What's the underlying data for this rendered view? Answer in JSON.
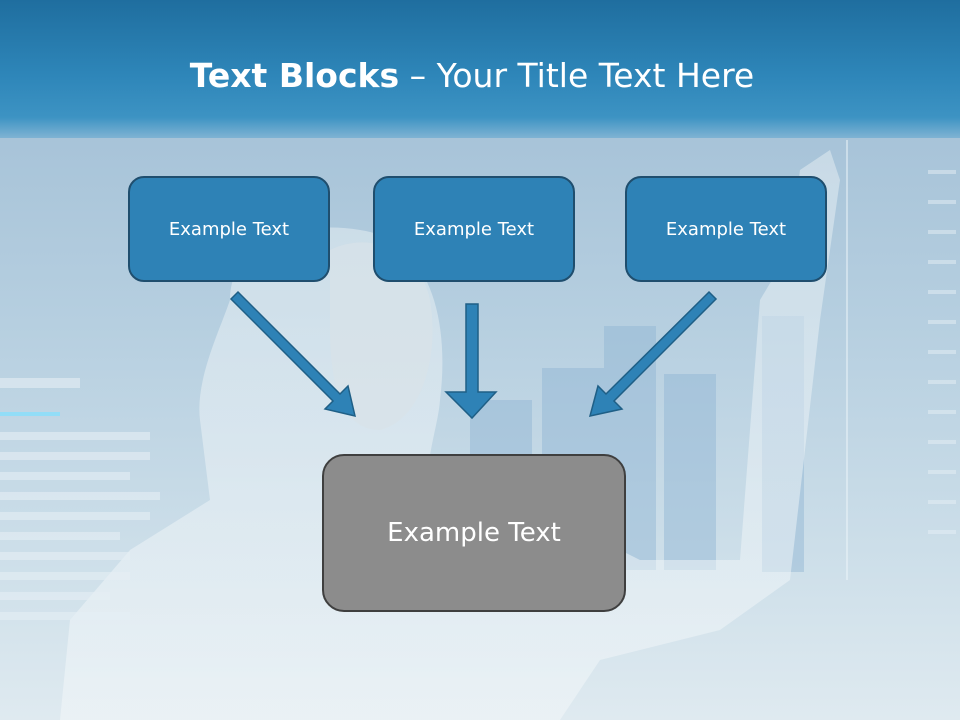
{
  "slide": {
    "title_bold": "Text Blocks",
    "title_rest": " – Your Title Text Here"
  },
  "boxes": [
    {
      "label": "Example Text"
    },
    {
      "label": "Example Text"
    },
    {
      "label": "Example Text"
    }
  ],
  "target_box": {
    "label": "Example Text"
  },
  "colors": {
    "header": "#2e86b9",
    "box_fill": "#2e82b6",
    "box_border": "#1f4e6e",
    "target_fill": "#8c8c8c",
    "arrow": "#2e82b6"
  }
}
